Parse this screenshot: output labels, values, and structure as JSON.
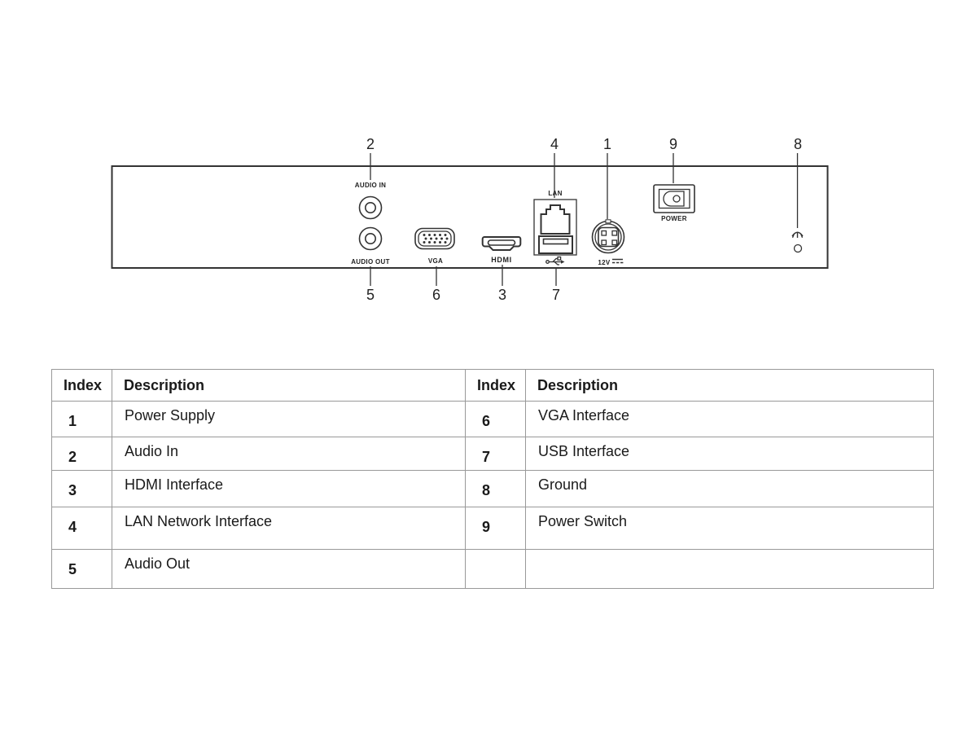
{
  "diagram": {
    "top_callouts": [
      "2",
      "4",
      "1",
      "9",
      "8"
    ],
    "bottom_callouts": [
      "5",
      "6",
      "3",
      "7"
    ],
    "port_labels": {
      "audio_in": "AUDIO IN",
      "audio_out": "AUDIO OUT",
      "vga": "VGA",
      "hdmi": "HDMI",
      "lan": "LAN",
      "power_12v": "12V",
      "power_switch": "POWER"
    }
  },
  "table": {
    "left": {
      "header_index": "Index",
      "header_desc": "Description",
      "rows": [
        {
          "index": "1",
          "desc": "Power Supply"
        },
        {
          "index": "2",
          "desc": "Audio In"
        },
        {
          "index": "3",
          "desc": "HDMI Interface"
        },
        {
          "index": "4",
          "desc": "LAN Network Interface"
        },
        {
          "index": "5",
          "desc": "Audio Out"
        }
      ]
    },
    "right": {
      "header_index": "Index",
      "header_desc": "Description",
      "rows": [
        {
          "index": "6",
          "desc": "VGA Interface"
        },
        {
          "index": "7",
          "desc": "USB Interface"
        },
        {
          "index": "8",
          "desc": "Ground"
        },
        {
          "index": "9",
          "desc": "Power Switch"
        },
        {
          "index": "",
          "desc": ""
        }
      ]
    }
  },
  "colors": {
    "line": "#333333",
    "table_border": "#999999",
    "text": "#1a1a1a",
    "background": "#ffffff"
  }
}
